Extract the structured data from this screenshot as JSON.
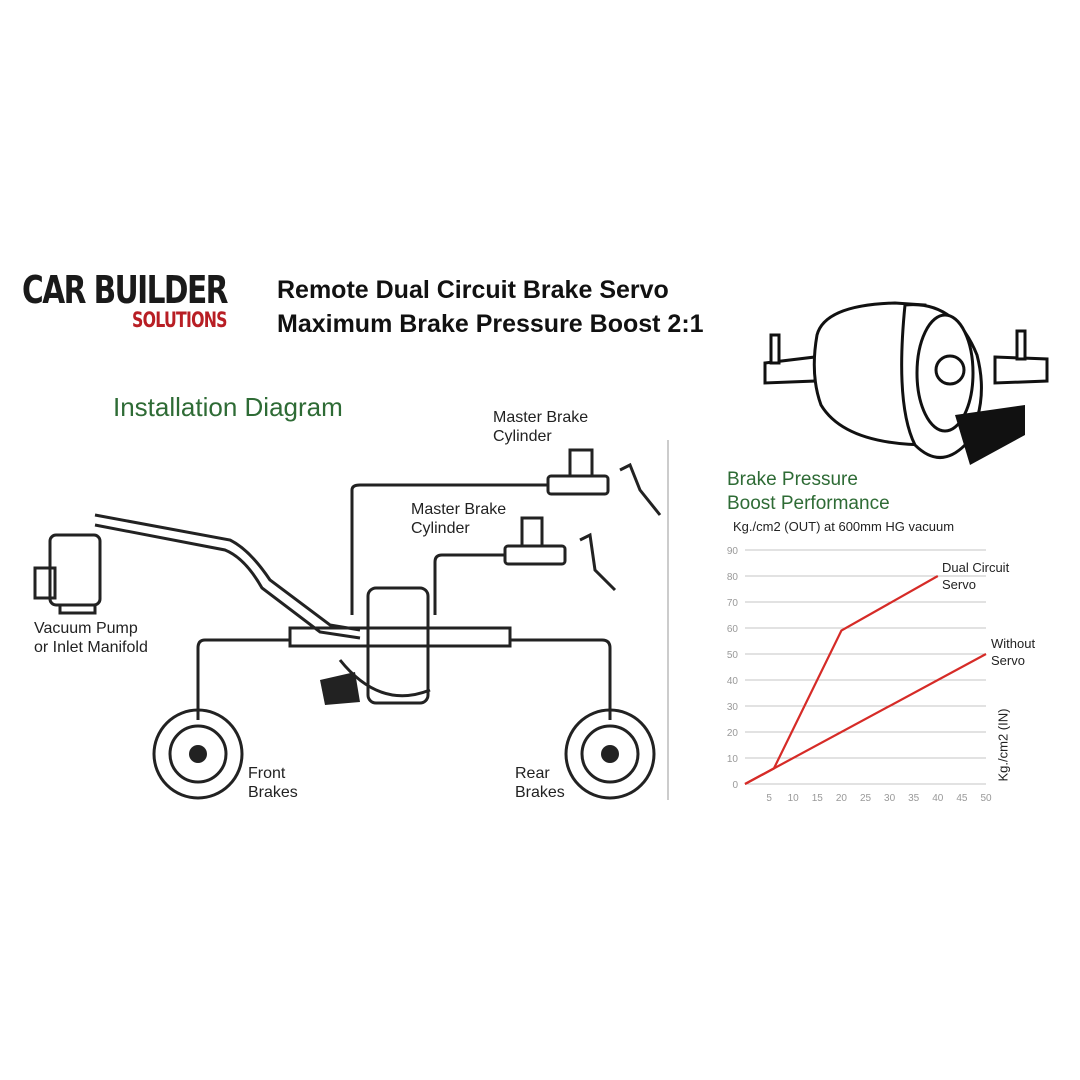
{
  "logo": {
    "line1": "CAR BUILDER",
    "line2": "SOLUTIONS"
  },
  "header": {
    "title_line1": "Remote Dual Circuit Brake Servo",
    "title_line2": "Maximum Brake Pressure Boost 2:1"
  },
  "diagram": {
    "heading": "Installation Diagram",
    "labels": {
      "master_brake_1": [
        "Master Brake",
        "Cylinder"
      ],
      "master_brake_2": [
        "Master Brake",
        "Cylinder"
      ],
      "vacuum_pump": [
        "Vacuum Pump",
        "or Inlet Manifold"
      ],
      "front_brakes": [
        "Front",
        "Brakes"
      ],
      "rear_brakes": [
        "Rear",
        "Brakes"
      ]
    }
  },
  "chart_data": {
    "type": "line",
    "title": [
      "Brake Pressure",
      "Boost Performance"
    ],
    "subtitle": "Kg./cm2 (OUT) at 600mm HG vacuum",
    "xlabel": "",
    "ylabel": "Kg./cm2 (IN)",
    "xlim": [
      0,
      50
    ],
    "ylim": [
      0,
      90
    ],
    "x_ticks": [
      5,
      10,
      15,
      20,
      25,
      30,
      35,
      40,
      45,
      50
    ],
    "y_ticks": [
      0,
      10,
      20,
      30,
      40,
      50,
      60,
      70,
      80,
      90
    ],
    "grid": true,
    "color": "#d62b27",
    "series": [
      {
        "name": "Dual Circuit Servo",
        "label": [
          "Dual Circuit",
          "Servo"
        ],
        "x": [
          0,
          6,
          20,
          40
        ],
        "y": [
          0,
          6,
          59,
          80
        ]
      },
      {
        "name": "Without Servo",
        "label": [
          "Without",
          "Servo"
        ],
        "x": [
          0,
          50
        ],
        "y": [
          0,
          50
        ]
      }
    ]
  }
}
